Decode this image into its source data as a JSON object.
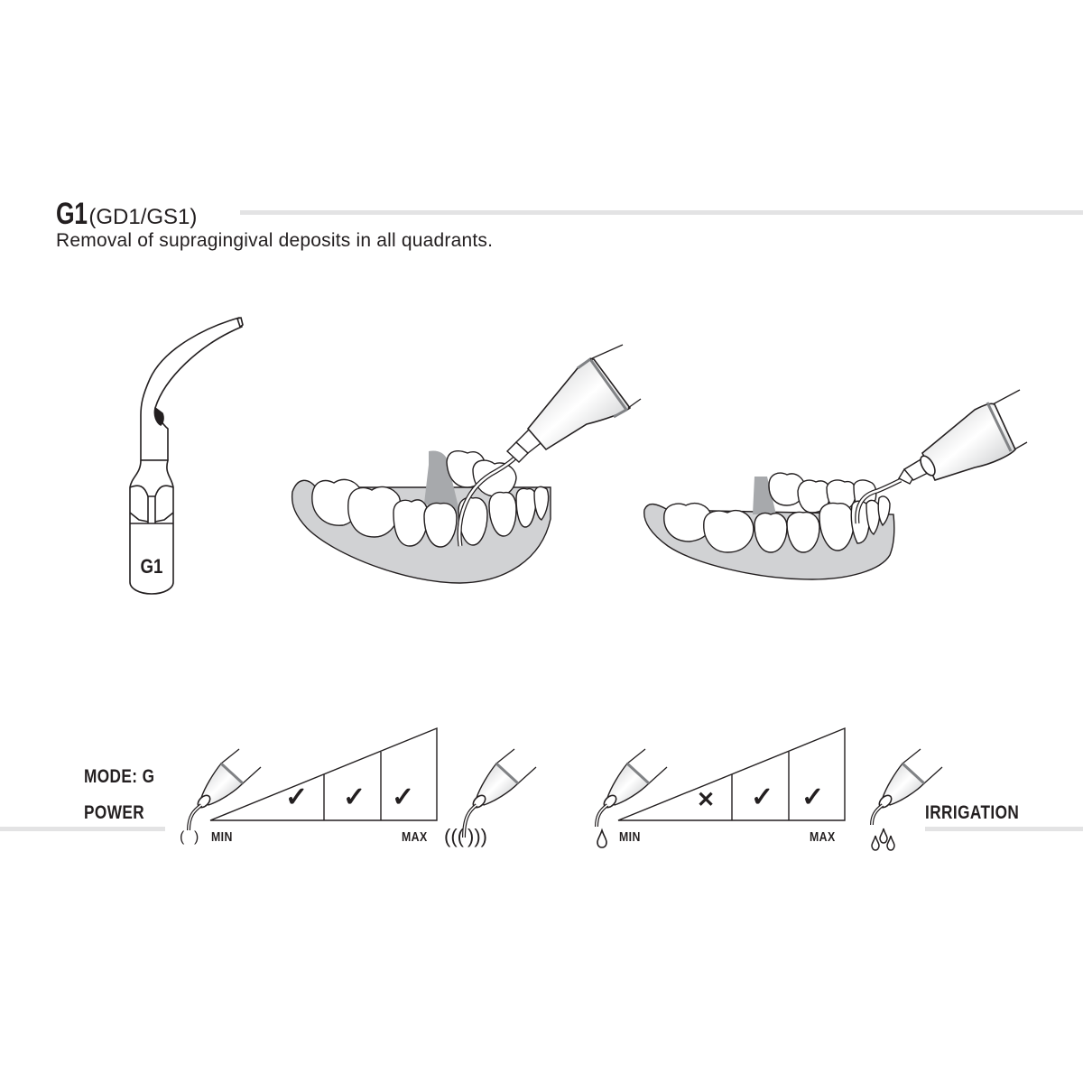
{
  "header": {
    "tip_code": "G1",
    "tip_variants": "(GD1/GS1)",
    "description": "Removal of supragingival deposits in all quadrants."
  },
  "illustrations": {
    "tip": {
      "engraving": "G1",
      "icon": "scaler-tip-icon"
    },
    "usage_left": {
      "icon": "scaler-on-molar-lingual-illustration"
    },
    "usage_right": {
      "icon": "scaler-on-anterior-labial-illustration"
    }
  },
  "power": {
    "mode_label": "MODE: G",
    "section_label": "POWER",
    "min_label": "MIN",
    "max_label": "MAX",
    "levels": [
      {
        "level": 1,
        "status": "check",
        "glyph": "✓"
      },
      {
        "level": 2,
        "status": "check",
        "glyph": "✓"
      },
      {
        "level": 3,
        "status": "check",
        "glyph": "✓"
      }
    ],
    "min_icon": "low-vibration-icon",
    "max_icon": "high-vibration-icon"
  },
  "irrigation": {
    "section_label": "IRRIGATION",
    "min_label": "MIN",
    "max_label": "MAX",
    "levels": [
      {
        "level": 1,
        "status": "cross",
        "glyph": "✕"
      },
      {
        "level": 2,
        "status": "check",
        "glyph": "✓"
      },
      {
        "level": 3,
        "status": "check",
        "glyph": "✓"
      }
    ],
    "min_icon": "single-drop-icon",
    "max_icon": "multiple-drops-icon"
  },
  "colors": {
    "text": "#231f20",
    "rule": "#e3e3e4",
    "gum": "#d1d2d4",
    "gum_dark": "#a7a9ac",
    "outline": "#231f20"
  }
}
